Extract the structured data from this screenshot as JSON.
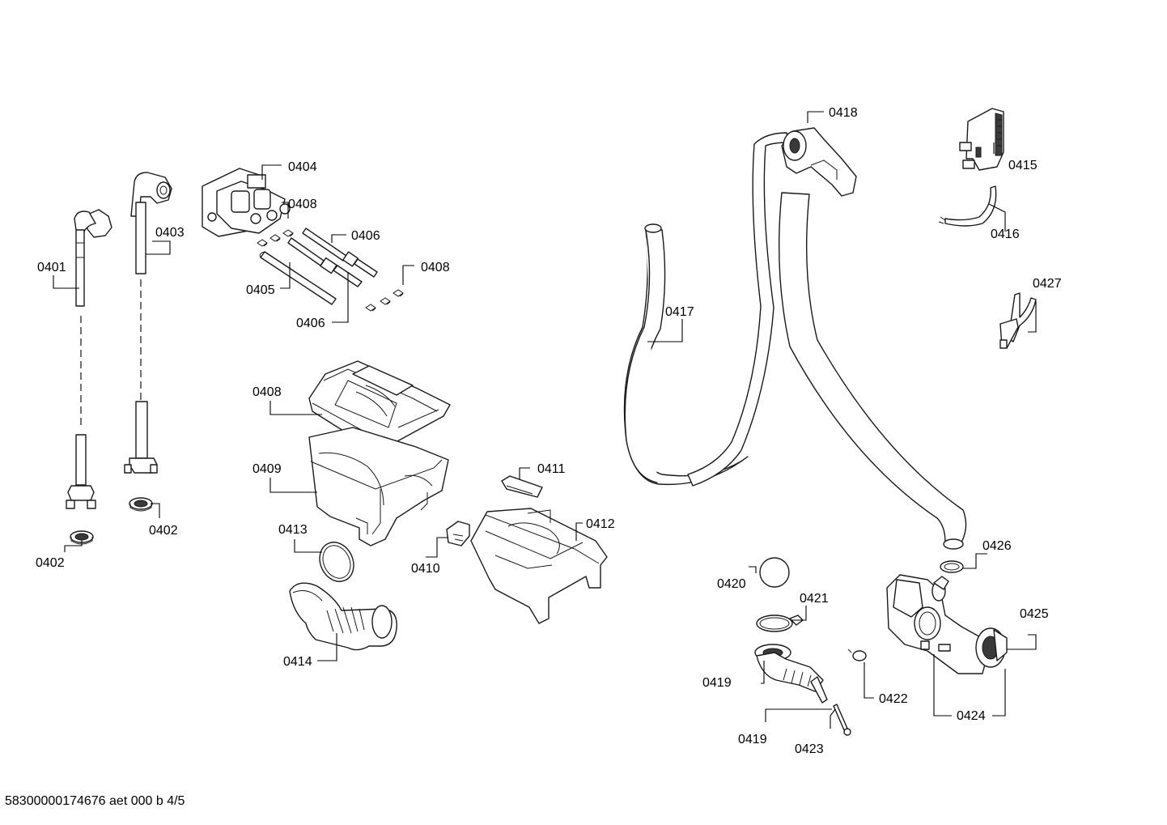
{
  "labels": {
    "l0401": "0401",
    "l0402a": "0402",
    "l0402b": "0402",
    "l0403": "0403",
    "l0404": "0404",
    "l0405": "0405",
    "l0406a": "0406",
    "l0406b": "0406",
    "l0408a": "0408",
    "l0408b": "0408",
    "l0408c": "0408",
    "l0409": "0409",
    "l0410": "0410",
    "l0411": "0411",
    "l0412": "0412",
    "l0413": "0413",
    "l0414": "0414",
    "l0415": "0415",
    "l0416": "0416",
    "l0417": "0417",
    "l0418": "0418",
    "l0419a": "0419",
    "l0419b": "0419",
    "l0420": "0420",
    "l0421": "0421",
    "l0422": "0422",
    "l0423": "0423",
    "l0424": "0424",
    "l0425": "0425",
    "l0426": "0426",
    "l0427": "0427"
  },
  "footer": {
    "reference": "58300000174676 aet 000 b 4/5"
  }
}
